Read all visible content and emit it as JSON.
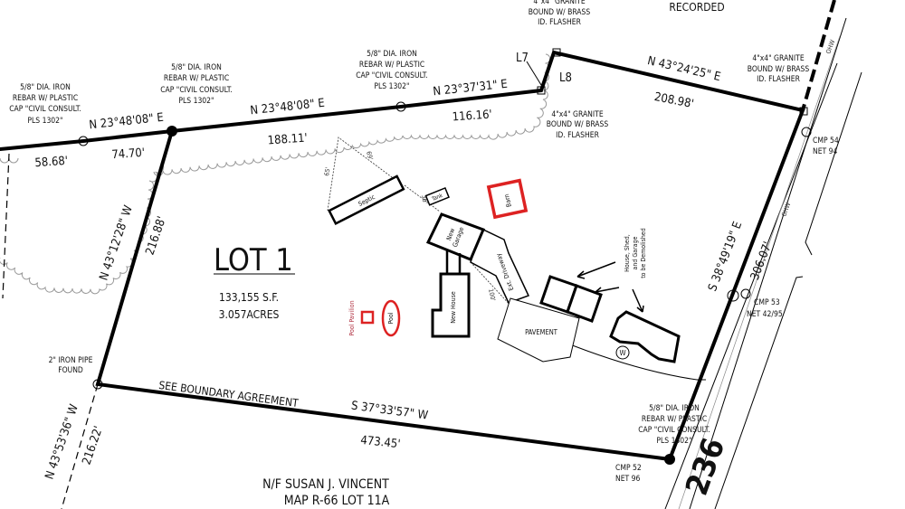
{
  "colors": {
    "boundary": "#000000",
    "proposed_highlight": "#dd2222",
    "tree_line": "#999999"
  },
  "monument_notes": {
    "rebar": [
      "5/8\" DIA. IRON",
      "REBAR W/ PLASTIC",
      "CAP \"CIVIL CONSULT.",
      "PLS 1302\""
    ],
    "granite": [
      "4\"x4\" GRANITE",
      "BOUND W/ BRASS",
      "ID. FLASHER"
    ],
    "pipe": [
      "2\" IRON PIPE",
      "FOUND"
    ],
    "recorded": "RECORDED"
  },
  "bearings": {
    "north_1": "N 23°48'08\" E",
    "north_2": "N 23°48'08\" E",
    "north_3": "N 23°37'31\" E",
    "northeast": "N 43°24'25\" E",
    "east": "S 38°49'19\" E",
    "south": "S 37°33'57\" W",
    "west": "N 43°12'28\" W",
    "west_ext": "N 43°53'36\" W"
  },
  "distances": {
    "d1": "58.68'",
    "d2": "74.70'",
    "d3": "188.11'",
    "d4": "116.16'",
    "d5": "208.98'",
    "d6": "306.07'",
    "d7": "473.45'",
    "d8": "216.88'",
    "d9": "216.22'"
  },
  "line_labels": {
    "l7": "L7",
    "l8": "L8"
  },
  "utility_poles": [
    {
      "cmp": "CMP 54",
      "net": "NET 94"
    },
    {
      "cmp": "CMP 53",
      "net": "NET 42/95"
    },
    {
      "cmp": "CMP 52",
      "net": "NET 96"
    }
  ],
  "road": {
    "route": "236",
    "overhead_wire": "OHW"
  },
  "lot": {
    "title": "LOT 1",
    "area_sf": "133,155 S.F.",
    "area_acres": "3.057ACRES"
  },
  "boundary_note": "SEE BOUNDARY AGREEMENT",
  "abutter": {
    "name": "N/F SUSAN J. VINCENT",
    "map": "MAP R-66 LOT 11A"
  },
  "structures": {
    "septic": "Septic",
    "tank": "Tank",
    "barn": "Barn",
    "new_garage": [
      "New",
      "Garage"
    ],
    "new_house": "New House",
    "driveway": "Ext. Driveway",
    "pavement": "PAVEMENT",
    "pool_pavilion": "Pool Pavilion",
    "pool": "Pool",
    "well": "W",
    "demolish": [
      "House, Shed,",
      "and Garage",
      "to be Demolished"
    ]
  },
  "setbacks": {
    "s65": "65'",
    "s69": "69'",
    "s36": "36'",
    "s100": "100'"
  }
}
